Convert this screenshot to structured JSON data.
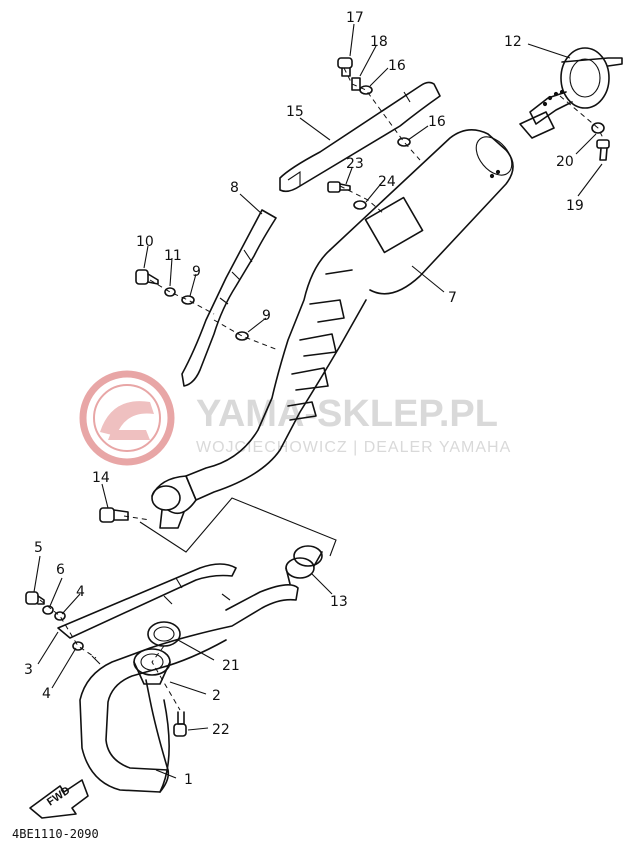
{
  "diagram": {
    "reference_code": "4BE1110-2090",
    "direction_label": "FWD",
    "watermark": {
      "brand": "YAMA-SKLEP.PL",
      "dealer": "WOJCIECHOWICZ | DEALER YAMAHA",
      "logo_color": "#e8a6a6",
      "text_color": "#d9d9d9"
    },
    "callouts": [
      {
        "id": "c1",
        "label": "1"
      },
      {
        "id": "c2",
        "label": "2"
      },
      {
        "id": "c3",
        "label": "3"
      },
      {
        "id": "c4a",
        "label": "4"
      },
      {
        "id": "c4b",
        "label": "4"
      },
      {
        "id": "c5",
        "label": "5"
      },
      {
        "id": "c6",
        "label": "6"
      },
      {
        "id": "c7",
        "label": "7"
      },
      {
        "id": "c8",
        "label": "8"
      },
      {
        "id": "c9a",
        "label": "9"
      },
      {
        "id": "c9b",
        "label": "9"
      },
      {
        "id": "c10",
        "label": "10"
      },
      {
        "id": "c11",
        "label": "11"
      },
      {
        "id": "c12",
        "label": "12"
      },
      {
        "id": "c13",
        "label": "13"
      },
      {
        "id": "c14",
        "label": "14"
      },
      {
        "id": "c15",
        "label": "15"
      },
      {
        "id": "c16a",
        "label": "16"
      },
      {
        "id": "c16b",
        "label": "16"
      },
      {
        "id": "c17",
        "label": "17"
      },
      {
        "id": "c18",
        "label": "18"
      },
      {
        "id": "c19",
        "label": "19"
      },
      {
        "id": "c20",
        "label": "20"
      },
      {
        "id": "c21",
        "label": "21"
      },
      {
        "id": "c22",
        "label": "22"
      },
      {
        "id": "c23",
        "label": "23"
      },
      {
        "id": "c24",
        "label": "24"
      }
    ]
  }
}
